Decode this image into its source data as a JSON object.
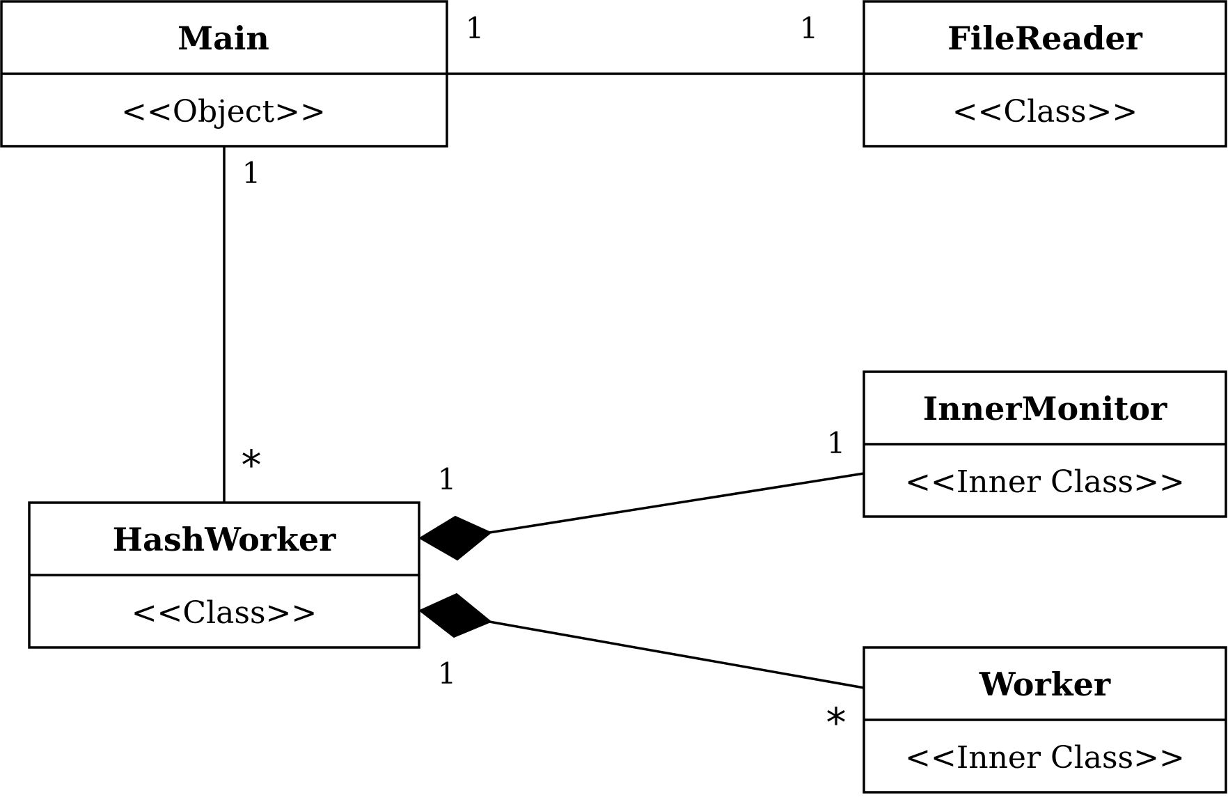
{
  "classes": {
    "main": {
      "name": "Main",
      "stereotype": "<<Object>>"
    },
    "filereader": {
      "name": "FileReader",
      "stereotype": "<<Class>>"
    },
    "hashworker": {
      "name": "HashWorker",
      "stereotype": "<<Class>>"
    },
    "innermonitor": {
      "name": "InnerMonitor",
      "stereotype": "<<Inner Class>>"
    },
    "worker": {
      "name": "Worker",
      "stereotype": "<<Inner Class>>"
    }
  },
  "relations": {
    "main_filereader": {
      "type": "association",
      "from": "Main",
      "to": "FileReader",
      "from_mult": "1",
      "to_mult": "1"
    },
    "main_hashworker": {
      "type": "association",
      "from": "Main",
      "to": "HashWorker",
      "from_mult": "1",
      "to_mult": "*"
    },
    "hashworker_innermonitor": {
      "type": "composition",
      "from": "HashWorker",
      "to": "InnerMonitor",
      "from_mult": "1",
      "to_mult": "1"
    },
    "hashworker_worker": {
      "type": "composition",
      "from": "HashWorker",
      "to": "Worker",
      "from_mult": "1",
      "to_mult": "*"
    }
  }
}
